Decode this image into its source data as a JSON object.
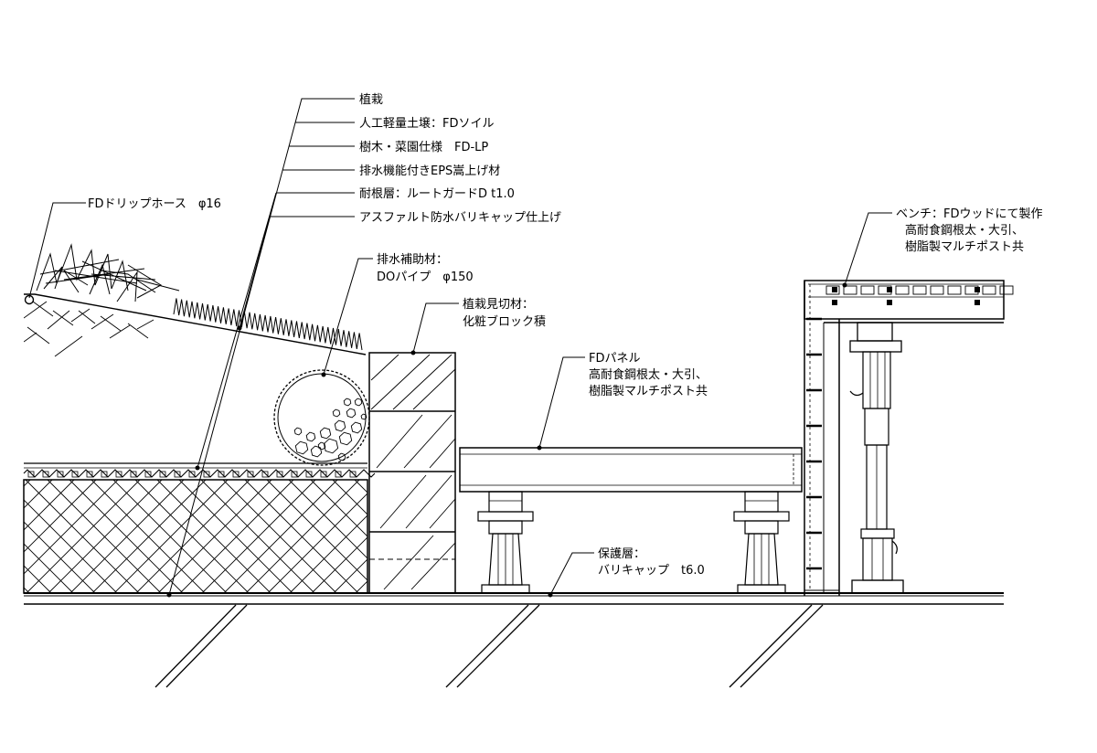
{
  "labels": {
    "planting": "植栽",
    "soil": "人工軽量土壌：FDソイル",
    "spec": "樹木・菜園仕様　FD-LP",
    "eps": "排水機能付きEPS嵩上げ材",
    "root_guard": "耐根層：ルートガードD t1.0",
    "waterproof": "アスファルト防水バリキャップ仕上げ",
    "drip_hose": "FDドリップホース　φ16",
    "drain_1": "排水補助材：",
    "drain_2": "DOパイプ　φ150",
    "edge_1": "植栽見切材：",
    "edge_2": "化粧ブロック積",
    "panel_1": "FDパネル",
    "panel_2": "高耐食鋼根太・大引、",
    "panel_3": "樹脂製マルチポスト共",
    "protect_1": "保護層：",
    "protect_2": "バリキャップ　t6.0",
    "bench_1": "ベンチ：FDウッドにて製作",
    "bench_2": "高耐食鋼根太・大引、",
    "bench_3": "樹脂製マルチポスト共"
  }
}
